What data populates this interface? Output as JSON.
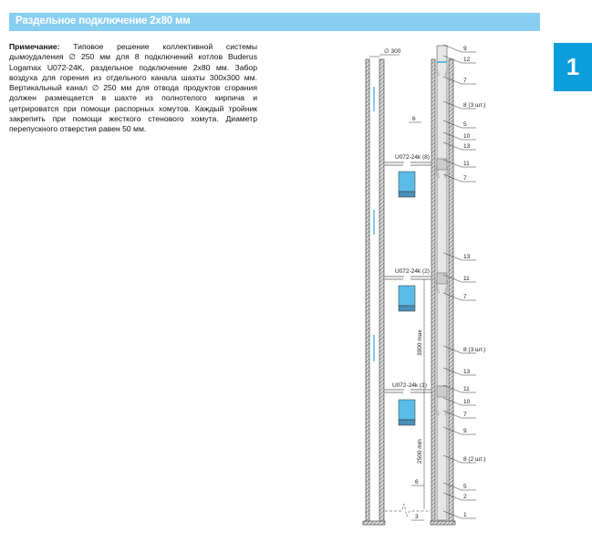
{
  "header": {
    "title": "Раздельное подключение 2x80 мм"
  },
  "chapter_badge": "1",
  "note": {
    "label": "Примечание:",
    "text": "Типовое решение коллективной системы дымоудаления ∅ 250 мм для 8 подключений котлов Buderus Logamax U072-24K, раздельное подключение 2x80 мм. Забор воздуха для горения из отдельного канала шахты 300x300 мм. Вертикальный канал ∅ 250 мм для отвода продуктов сгорания должен размещается в шахте из полнотелого кирпича и цетрироватся при помощи распорных хомутов. Каждый тройник закрепить при помощи жесткого стенового хомута. Диаметр перепускного отверстия равен 50 мм."
  },
  "diagram": {
    "shaft_dimension": "∅ 300",
    "boilers": [
      "U072-24k (8)",
      "U072-24k (2)",
      "U072-24k (1)"
    ],
    "dimensions": [
      "3000 max",
      "2500 min"
    ],
    "callouts_right": [
      "9",
      "12",
      "7",
      "8 (3 шт.)",
      "5",
      "10",
      "13",
      "11",
      "7",
      "13",
      "11",
      "7",
      "8 (3 шт.)",
      "13",
      "11",
      "10",
      "7",
      "9",
      "8 (2 шт.)",
      "5",
      "2",
      "1"
    ],
    "callouts_left": [
      "6",
      "6",
      "3"
    ],
    "colors": {
      "accent": "#0c9ddb",
      "boiler": "#5bbce8",
      "title_bar": "#88cff2"
    }
  }
}
